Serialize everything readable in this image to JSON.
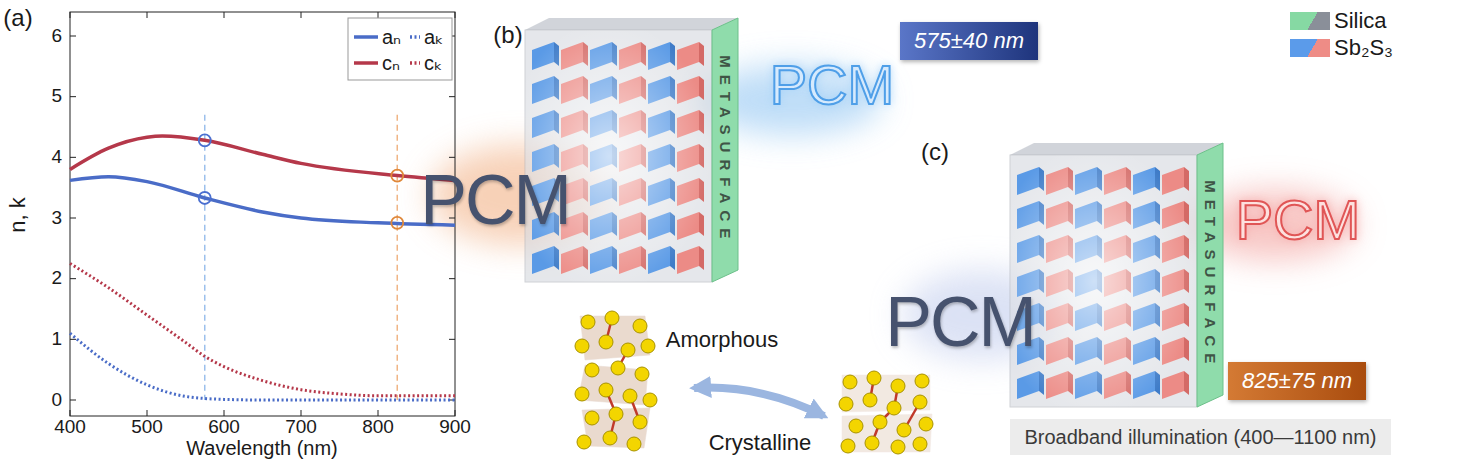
{
  "diagram": {
    "nodes": [
      {
        "text": [
          "575±40 nm"
        ]
      },
      {
        "text": [
          "825±75 nm"
        ]
      },
      {
        "text": [
          "Broadband illumination (400—1100 nm)"
        ]
      }
    ],
    "labels": [
      "(a)",
      "n, k",
      "0",
      "1",
      "2",
      "3",
      "4",
      "5",
      "6",
      "400",
      "500",
      "600",
      "700",
      "800",
      "900",
      "Wavelength (nm)",
      "(b)",
      "PCM",
      "METASURFACE",
      "PCM",
      "(c)",
      "PCM",
      "METASURFACE",
      "PCM",
      "Amorphous",
      "Crystalline"
    ],
    "legend": [
      {
        "text": "aₙ"
      },
      {
        "text": "aₖ"
      },
      {
        "text": "cₙ"
      },
      {
        "text": "cₖ"
      },
      {
        "text": "Silica",
        "color": "#86d9a3"
      },
      {
        "text": "Sb₂S₃",
        "color": "#5b9bea"
      }
    ]
  }
}
